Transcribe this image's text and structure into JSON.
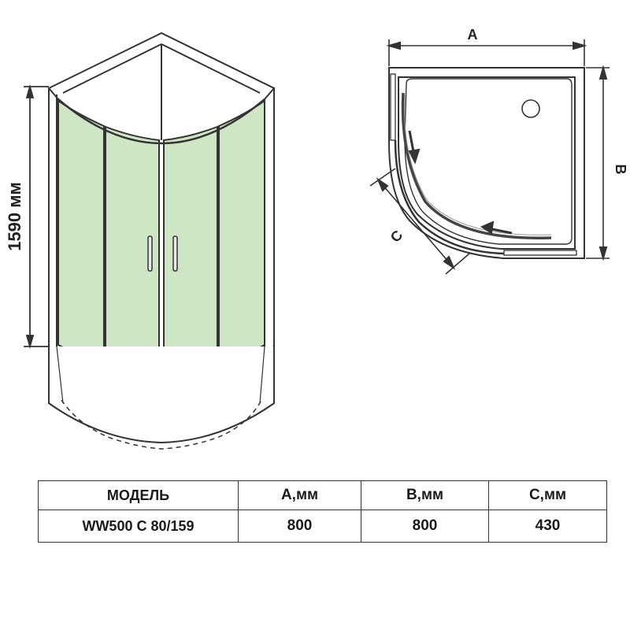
{
  "left_view": {
    "height_label": "1590 мм"
  },
  "plan_view": {
    "label_a": "A",
    "label_b": "B",
    "label_c": "C"
  },
  "spec_table": {
    "headers": [
      "МОДЕЛЬ",
      "А,мм",
      "В,мм",
      "С,мм"
    ],
    "rows": [
      [
        "WW500 C 80/159",
        "800",
        "800",
        "430"
      ]
    ]
  },
  "colors": {
    "glass": "#cfe6c4",
    "line": "#333333"
  }
}
